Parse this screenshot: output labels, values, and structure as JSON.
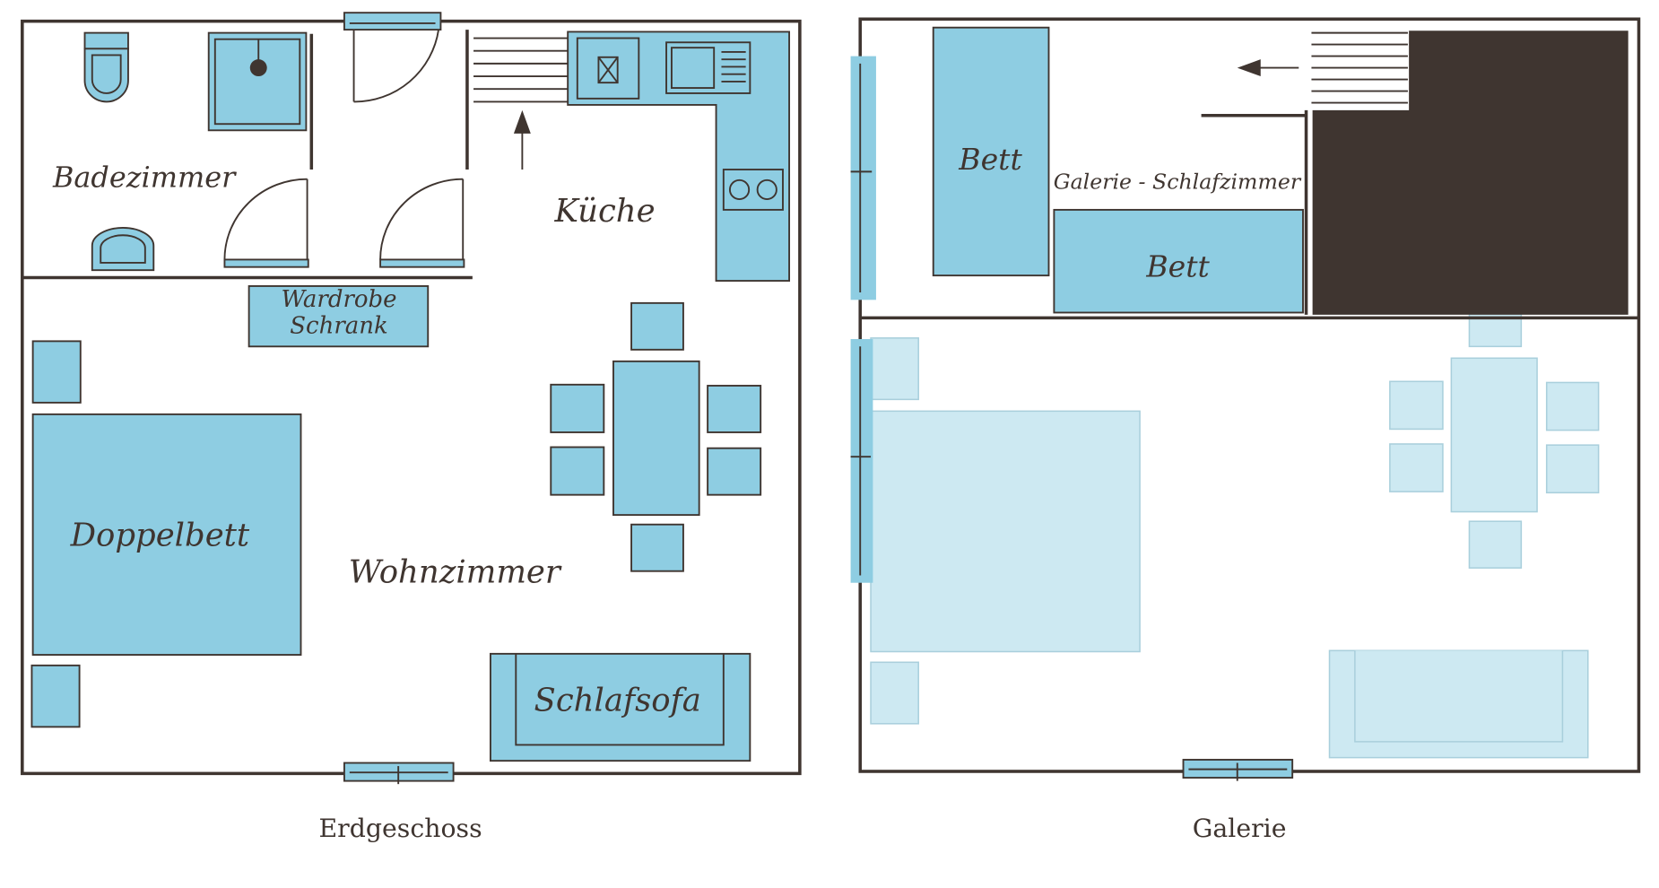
{
  "colors": {
    "wall": "#3f3530",
    "furniture": "#8ecde2",
    "ghost_furniture": "#cde9f2",
    "void": "#3f3530",
    "background": "#ffffff"
  },
  "erdgeschoss": {
    "caption": "Erdgeschoss",
    "rooms": {
      "badezimmer": "Badezimmer",
      "kueche": "Küche",
      "wohnzimmer": "Wohnzimmer"
    },
    "furniture": {
      "wardrobe_line1": "Wardrobe",
      "wardrobe_line2": "Schrank",
      "doppelbett": "Doppelbett",
      "schlafsofa": "Schlafsofa"
    },
    "icons": [
      "toilet-icon",
      "shower-icon",
      "washbasin-icon",
      "stove-icon",
      "sink-icon",
      "window-icon",
      "door-icon",
      "stairs-icon",
      "arrow-up-icon"
    ]
  },
  "galerie": {
    "caption": "Galerie",
    "rooms": {
      "schlafzimmer": "Galerie - Schlafzimmer"
    },
    "furniture": {
      "bett_1": "Bett",
      "bett_2": "Bett"
    },
    "icons": [
      "stairs-icon",
      "arrow-left-icon",
      "window-icon"
    ]
  }
}
